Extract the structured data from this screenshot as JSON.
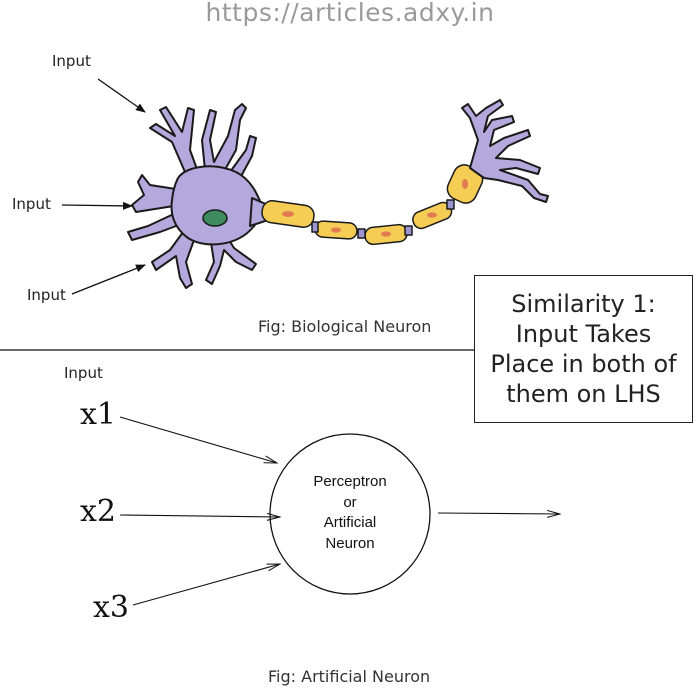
{
  "watermark": "https://articles.adxy.in",
  "biological": {
    "inputs": [
      "Input",
      "Input",
      "Input"
    ],
    "caption": "Fig: Biological Neuron"
  },
  "similarity": {
    "line1": "Similarity 1:",
    "line2": "Input Takes",
    "line3": "Place in both of",
    "line4": "them on LHS"
  },
  "artificial": {
    "input_label": "Input",
    "inputs": [
      "x1",
      "x2",
      "x3"
    ],
    "neuron_line1": "Perceptron",
    "neuron_line2": "or",
    "neuron_line3": "Artificial",
    "neuron_line4": "Neuron",
    "caption": "Fig: Artificial Neuron"
  },
  "colors": {
    "neuron_body": "#b3a9dc",
    "nucleus": "#3f8a5e",
    "myelin": "#f5cd55",
    "node": "#9c95cf"
  }
}
